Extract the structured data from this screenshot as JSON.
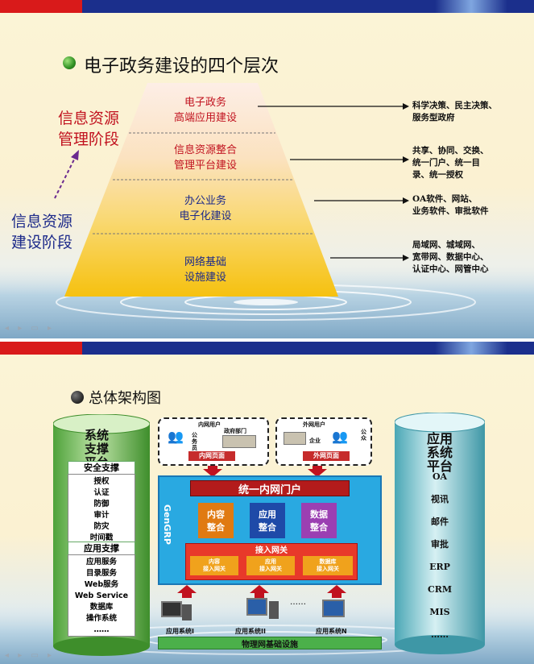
{
  "slide1": {
    "title": "电子政务建设的四个层次",
    "pyramid_layers": [
      {
        "line1": "电子政务",
        "line2": "高端应用建设"
      },
      {
        "line1": "信息资源整合",
        "line2": "管理平台建设"
      },
      {
        "line1": "办公业务",
        "line2": "电子化建设"
      },
      {
        "line1": "网络基础",
        "line2": "设施建设"
      }
    ],
    "left_labels": {
      "top": {
        "line1": "信息资源",
        "line2": "管理阶段"
      },
      "bottom": {
        "line1": "信息资源",
        "line2": "建设阶段"
      }
    },
    "right_notes": [
      {
        "lines": [
          "科学决策、民主决策、",
          "服务型政府"
        ]
      },
      {
        "lines": [
          "共享、协同、交换、",
          "统一门户、统一目",
          "录、统一授权"
        ]
      },
      {
        "lines": [
          "OA软件、网站、",
          "业务软件、审批软件"
        ]
      },
      {
        "lines": [
          "局域网、城域网、",
          "宽带网、数据中心、",
          "认证中心、网管中心"
        ]
      }
    ]
  },
  "slide2": {
    "title": "总体架构图",
    "left_cylinder": {
      "title": [
        "系统",
        "支撑",
        "平台"
      ],
      "security_header": "安全支撑",
      "security_items": [
        "授权",
        "认证",
        "防御",
        "审计",
        "防灾",
        "时间戳"
      ],
      "app_header": "应用支撑",
      "app_items": [
        "应用服务",
        "目录服务",
        "Web服务",
        "Web Service",
        "数据库",
        "操作系统",
        "……"
      ]
    },
    "right_cylinder": {
      "title": [
        "应用",
        "系统",
        "平台"
      ],
      "items": [
        "OA",
        "视讯",
        "邮件",
        "审批",
        "ERP",
        "CRM",
        "MIS",
        "……"
      ]
    },
    "intranet": {
      "title": "内网用户",
      "left": "公务员",
      "right": "政府部门",
      "page": "内网页面"
    },
    "extranet": {
      "title": "外网用户",
      "left": "企业",
      "right": "公众",
      "page": "外网页面"
    },
    "center": {
      "vertical_label": "GenGRP",
      "portal": "统一内网门户",
      "integrations": [
        {
          "line1": "内容",
          "line2": "整合"
        },
        {
          "line1": "应用",
          "line2": "整合"
        },
        {
          "line1": "数据",
          "line2": "整合"
        }
      ],
      "gateway": "接入网关",
      "gateways": [
        {
          "line1": "内容",
          "line2": "接入网关"
        },
        {
          "line1": "应用",
          "line2": "接入网关"
        },
        {
          "line1": "数据库",
          "line2": "接入网关"
        }
      ]
    },
    "systems": [
      "应用系统I",
      "应用系统II",
      "……",
      "应用系统N"
    ],
    "infrastructure": "物理网基础设施"
  },
  "colors": {
    "accent_red": "#d91a1a",
    "header_blue": "#1b2f8c",
    "pyramid_top": "#fde9e2",
    "pyramid_bottom": "#f7c51c"
  }
}
